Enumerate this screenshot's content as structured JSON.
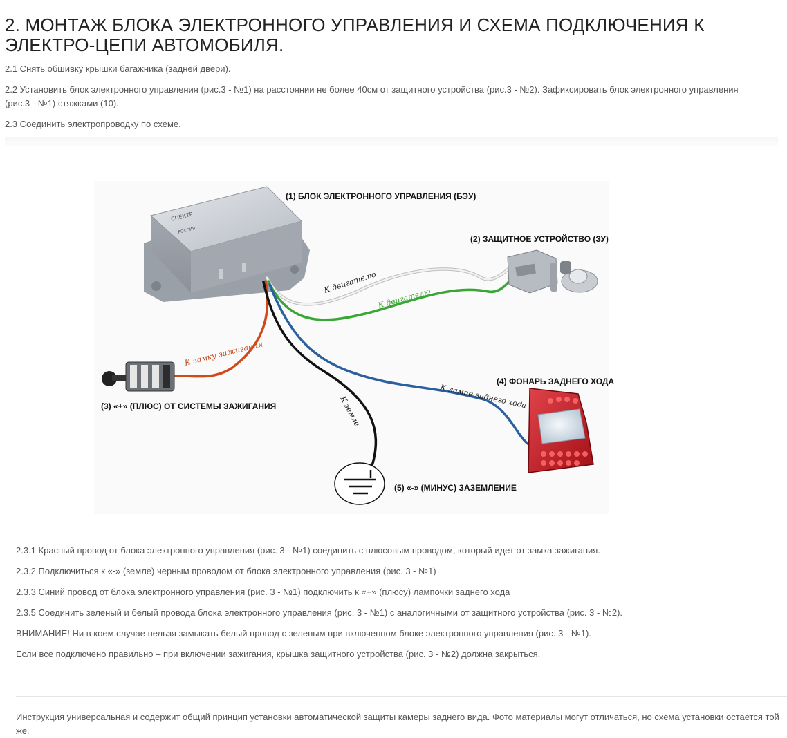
{
  "heading": {
    "title_line1": "2. МОНТАЖ БЛОКА ЭЛЕКТРОННОГО УПРАВЛЕНИЯ И СХЕМА ПОДКЛЮЧЕНИЯ К",
    "title_line2": "ЭЛЕКТРО-ЦЕПИ АВТОМОБИЛЯ."
  },
  "steps": [
    "2.1 Снять обшивку крышки багажника (задней двери).",
    "2.2 Установить блок электронного управления (рис.3 - №1) на расстоянии не более 40см от защитного устройства (рис.3 - №2). Зафиксировать блок электронного управления (рис.3 - №1) стяжками (10).",
    "2.3 Соединить электропроводку по схеме."
  ],
  "diagram": {
    "labels": {
      "ecu": "(1) БЛОК ЭЛЕКТРОННОГО УПРАВЛЕНИЯ (БЭУ)",
      "protective_device": "(2) ЗАЩИТНОЕ УСТРОЙСТВО (ЗУ)",
      "ignition": "(3) «+» (ПЛЮС) ОТ СИСТЕМЫ ЗАЖИГАНИЯ",
      "reverse_light": "(4) ФОНАРЬ ЗАДНЕГО ХОДА",
      "ground": "(5) «-» (МИНУС) ЗАЗЕМЛЕНИЕ"
    },
    "wire_labels": {
      "white": "К двигателю",
      "green": "К двигателю",
      "red": "К замку зажигания",
      "blue": "К лампе заднего хода",
      "black": "К земле"
    },
    "ecu_brand": "СПЕКТР",
    "ecu_country": "РОССИЯ",
    "colors": {
      "white_wire": "#d8d8d8",
      "green_wire": "#3aa635",
      "red_wire": "#d0491b",
      "blue_wire": "#2b5f9e",
      "black_wire": "#111111",
      "lamp_red": "#c8141b"
    }
  },
  "sub_steps": [
    "2.3.1 Красный провод от блока электронного управления (рис. 3 - №1) соединить с плюсовым проводом, который идет от замка зажигания.",
    "2.3.2 Подключиться к «-» (земле) черным проводом от блока электронного управления (рис. 3 - №1)",
    "2.3.3 Синий провод от блока электронного управления (рис. 3 - №1) подключить к «+» (плюсу) лампочки заднего хода",
    "2.3.5 Соединить зеленый и белый провода блока электронного управления (рис. 3 - №1) с аналогичными от защитного устройства (рис. 3 - №2).",
    "ВНИМАНИЕ! Ни в коем случае нельзя замыкать белый провод с зеленым при включенном блоке электронного управления (рис. 3 - №1).",
    "Если все подключено правильно – при включении зажигания, крышка защитного устройства (рис. 3 - №2) должна закрыться."
  ],
  "footer_note": "Инструкция универсальная и содержит общий принцип установки автоматической защиты камеры заднего вида. Фото материалы могут отличаться, но схема установки остается той же."
}
